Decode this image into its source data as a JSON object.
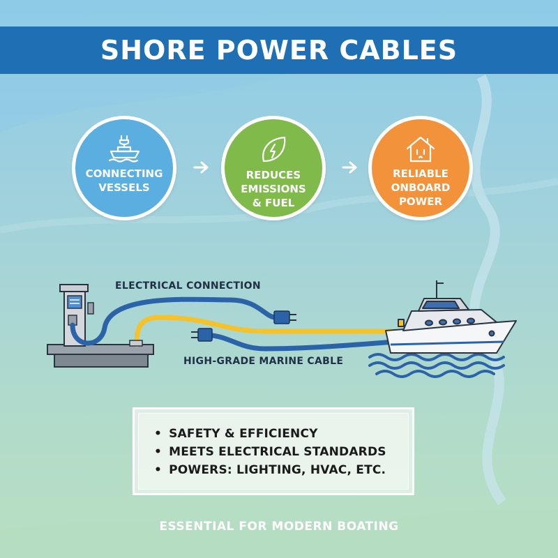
{
  "title": "SHORE POWER CABLES",
  "steps": [
    {
      "line1": "CONNECTING",
      "line2": "VESSELS",
      "line3": "",
      "icon": "ship-plug-icon",
      "color": "#5aaee0"
    },
    {
      "line1": "REDUCES",
      "line2": "EMISSIONS",
      "line3": "& FUEL",
      "icon": "leaf-bolt-icon",
      "color": "#7fba4a"
    },
    {
      "line1": "RELIABLE",
      "line2": "ONBOARD",
      "line3": "POWER",
      "icon": "house-outlet-icon",
      "color": "#f2923a"
    }
  ],
  "diagram": {
    "top_label": "ELECTRICAL CONNECTION",
    "bottom_label": "HIGH-GRADE MARINE CABLE",
    "cable_colors": {
      "blue": "#2a63a8",
      "yellow": "#f4c22b"
    }
  },
  "bullets": [
    "SAFETY & EFFICIENCY",
    "MEETS ELECTRICAL STANDARDS",
    "POWERS: LIGHTING, HVAC, ETC."
  ],
  "footer": "ESSENTIAL FOR MODERN BOATING",
  "colors": {
    "banner": "#1f6fb5"
  }
}
